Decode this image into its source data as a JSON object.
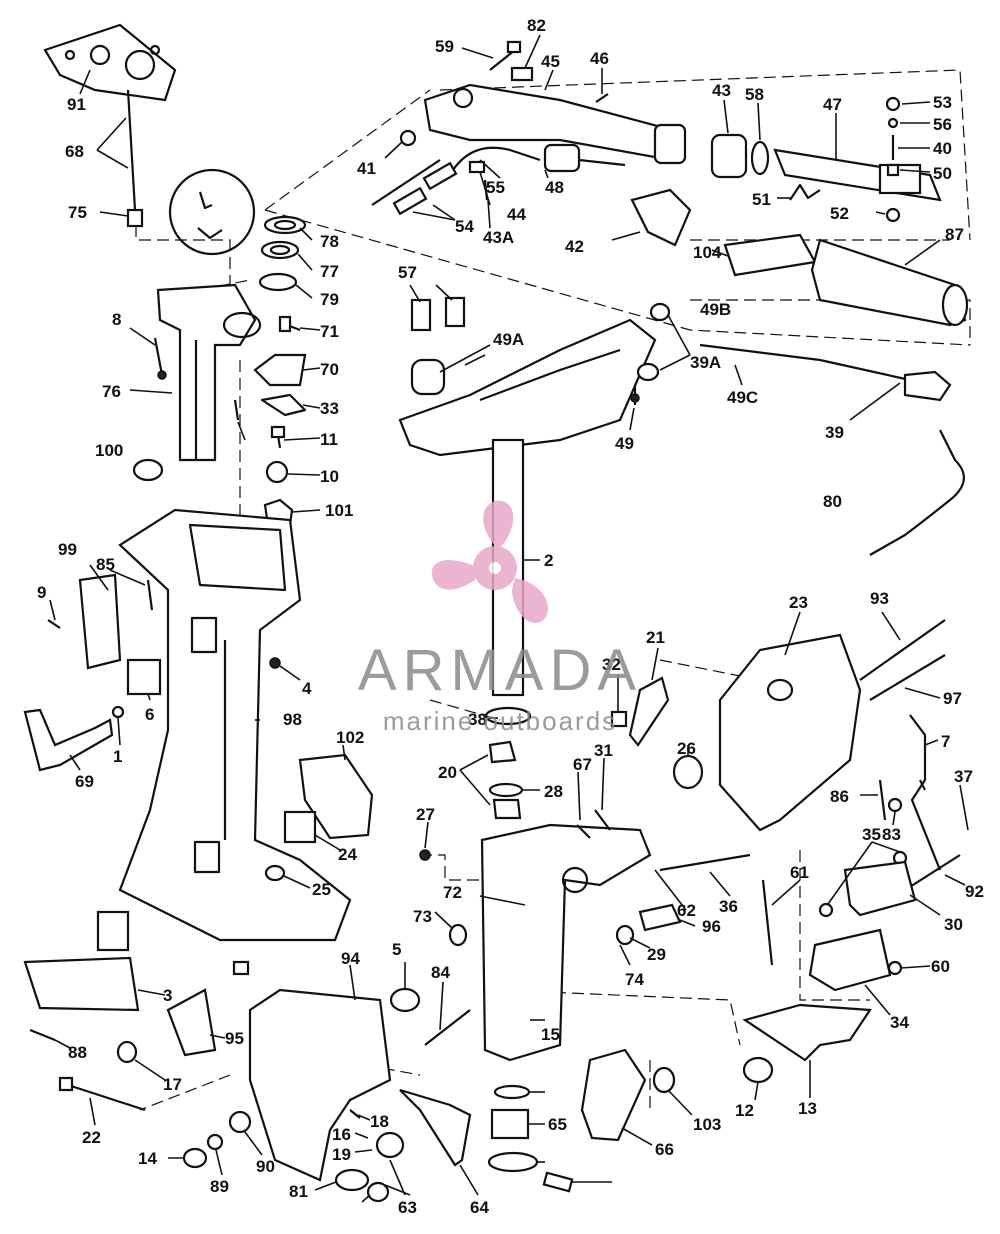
{
  "watermark": {
    "brand": "ARMADA",
    "tagline": "marine outboards",
    "logo_color": "#e8a7c9",
    "text_color": "#8a8a8a"
  },
  "callouts": [
    "91",
    "68",
    "75",
    "78",
    "77",
    "79",
    "8",
    "71",
    "76",
    "70",
    "33",
    "11",
    "10",
    "101",
    "100",
    "59",
    "82",
    "45",
    "46",
    "43",
    "58",
    "47",
    "53",
    "56",
    "40",
    "50",
    "41",
    "55",
    "48",
    "51",
    "54",
    "44",
    "43A",
    "52",
    "42",
    "104",
    "87",
    "57",
    "49A",
    "39A",
    "49B",
    "49",
    "49C",
    "39",
    "80",
    "2",
    "99",
    "85",
    "9",
    "6",
    "1",
    "69",
    "4",
    "98",
    "102",
    "24",
    "25",
    "23",
    "93",
    "97",
    "21",
    "32",
    "26",
    "38",
    "7",
    "31",
    "67",
    "20",
    "28",
    "86",
    "37",
    "83",
    "27",
    "35",
    "92",
    "36",
    "72",
    "62",
    "96",
    "61",
    "73",
    "29",
    "74",
    "30",
    "60",
    "34",
    "84",
    "15",
    "5",
    "94",
    "3",
    "95",
    "88",
    "17",
    "22",
    "18",
    "16",
    "19",
    "63",
    "64",
    "66",
    "103",
    "65",
    "12",
    "13",
    "14",
    "89",
    "90",
    "81"
  ]
}
